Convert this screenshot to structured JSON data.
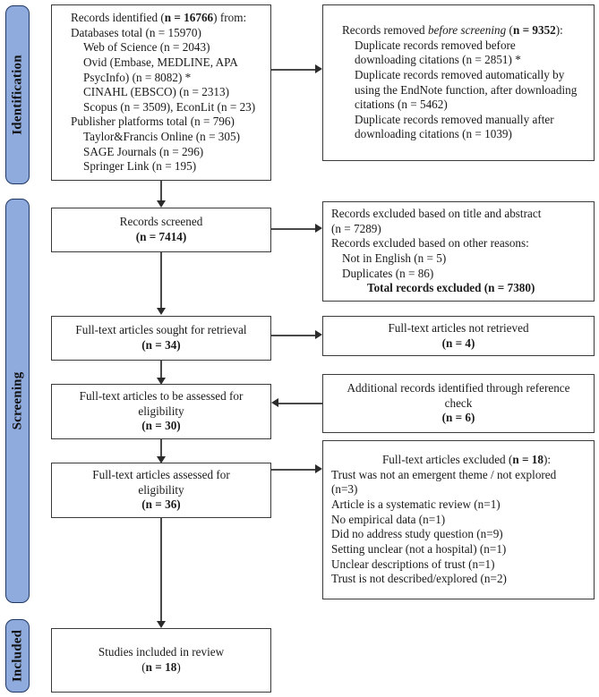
{
  "diagram": {
    "title": "PRISMA flow diagram",
    "accent_color": "#8FAADC",
    "accent_border_color": "#1F3864",
    "box_border_color": "#3a3a3a"
  },
  "stages": [
    {
      "key": "identification",
      "label": "Identification"
    },
    {
      "key": "screening",
      "label": "Screening"
    },
    {
      "key": "included",
      "label": "Included"
    }
  ],
  "boxes": {
    "records_identified": {
      "lines": [
        {
          "text": "Records identified (",
          "bold": "n = 16766",
          "after": ") from:",
          "indent": 1
        },
        {
          "text": "Databases total (n = 15970)",
          "indent": 1
        },
        {
          "text": "Web of Science (n = 2043)",
          "indent": 2
        },
        {
          "text": "Ovid (Embase, MEDLINE, APA",
          "indent": 2
        },
        {
          "text": "PsycInfo) (n = 8082) *",
          "indent": 2
        },
        {
          "text": "CINAHL (EBSCO) (n = 2313)",
          "indent": 2
        },
        {
          "text": "Scopus (n = 3509), EconLit (n = 23)",
          "indent": 2
        },
        {
          "text": "Publisher platforms total (n = 796)",
          "indent": 1
        },
        {
          "text": "Taylor&Francis Online (n = 305)",
          "indent": 2
        },
        {
          "text": "SAGE Journals (n = 296)",
          "indent": 2
        },
        {
          "text": "Springer Link (n = 195)",
          "indent": 2
        }
      ]
    },
    "records_removed": {
      "header_pre": "Records removed ",
      "header_italic": "before screening",
      "header_mid": " (",
      "header_bold": "n = 9352",
      "header_post": "):",
      "lines": [
        {
          "text": "Duplicate records removed before",
          "indent": 2
        },
        {
          "text": "downloading citations (n = 2851) *",
          "indent": 2
        },
        {
          "text": "Duplicate records removed automatically by",
          "indent": 2
        },
        {
          "text": "using the EndNote function, after downloading",
          "indent": 2
        },
        {
          "text": "citations (n = 5462)",
          "indent": 2
        },
        {
          "text": "Duplicate records removed manually after",
          "indent": 2
        },
        {
          "text": "downloading citations (n = 1039)",
          "indent": 2
        }
      ]
    },
    "records_screened": {
      "line1": "Records screened",
      "line2": "(n = 7414)"
    },
    "records_excluded": {
      "lines": [
        {
          "text": "Records excluded based on title and abstract",
          "indent": 0
        },
        {
          "text": "(n = 7289)",
          "indent": 0
        },
        {
          "text": "Records excluded based on other reasons:",
          "indent": 0
        },
        {
          "text": "Not in English (n = 5)",
          "indent": 1
        },
        {
          "text": "Duplicates (n = 86)",
          "indent": 1
        },
        {
          "text": "Total records excluded (n = 7380)",
          "indent": 3,
          "bold": true
        }
      ]
    },
    "sought_retrieval": {
      "line1": "Full-text articles sought for retrieval",
      "line2": "(n = 34)"
    },
    "not_retrieved": {
      "line1": "Full-text articles not retrieved",
      "line2": "(n = 4)"
    },
    "to_be_assessed": {
      "line1": "Full-text articles to be assessed for",
      "line2": "eligibility",
      "line3": "(n = 30)"
    },
    "additional_records": {
      "line1": "Additional records identified through reference",
      "line2": "check",
      "line3": "(n = 6)"
    },
    "assessed_eligibility": {
      "line1": "Full-text articles assessed for",
      "line2": "eligibility",
      "line3": "(n = 36)"
    },
    "fulltext_excluded": {
      "header_pre": "Full-text articles excluded (",
      "header_bold": "n = 18",
      "header_post": "):",
      "lines": [
        {
          "text": "Trust was not an emergent theme / not explored",
          "indent": 0
        },
        {
          "text": "(n=3)",
          "indent": 0
        },
        {
          "text": "Article is a systematic review (n=1)",
          "indent": 0
        },
        {
          "text": "No empirical data (n=1)",
          "indent": 0
        },
        {
          "text": "Did no address study question (n=9)",
          "indent": 0
        },
        {
          "text": "Setting unclear (not a hospital) (n=1)",
          "indent": 0
        },
        {
          "text": "Unclear descriptions of trust (n=1)",
          "indent": 0
        },
        {
          "text": "Trust is not described/explored (n=2)",
          "indent": 0
        }
      ]
    },
    "studies_included": {
      "line1": "Studies included in review",
      "line2_pre": "(",
      "line2_bold": "n = 18",
      "line2_post": ")"
    }
  }
}
